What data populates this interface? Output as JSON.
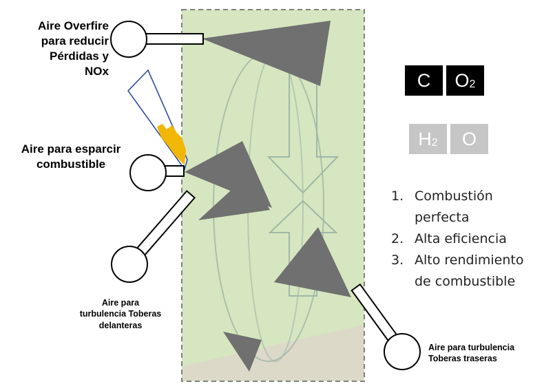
{
  "labels": {
    "overfire": [
      "Aire Overfire",
      "para reducir",
      "Pérdidas y",
      "NOx"
    ],
    "spread": [
      "Aire para esparcir",
      "combustible"
    ],
    "front": [
      "Aire para",
      "turbulencia Toberas",
      "delanteras"
    ],
    "rear": [
      "Aire para turbulencia",
      "Toberas traseras"
    ]
  },
  "molecules": {
    "co2": {
      "c": "C",
      "o": "O",
      "sub": "2"
    },
    "h2o": {
      "h": "H",
      "sub": "2",
      "o": "O"
    }
  },
  "results": [
    {
      "num": "1.",
      "lines": [
        "Combustión",
        "perfecta"
      ]
    },
    {
      "num": "2.",
      "lines": [
        "Alta eficiencia"
      ]
    },
    {
      "num": "3.",
      "lines": [
        "Alto rendimiento",
        "de combustible"
      ]
    }
  ],
  "colors": {
    "chamber": "#d6e6c0",
    "ash": "#ddd9c8",
    "flame": "#707070",
    "fuel": "#f2b705",
    "dark_box": "#000000",
    "light_box": "#c6c6c6"
  }
}
